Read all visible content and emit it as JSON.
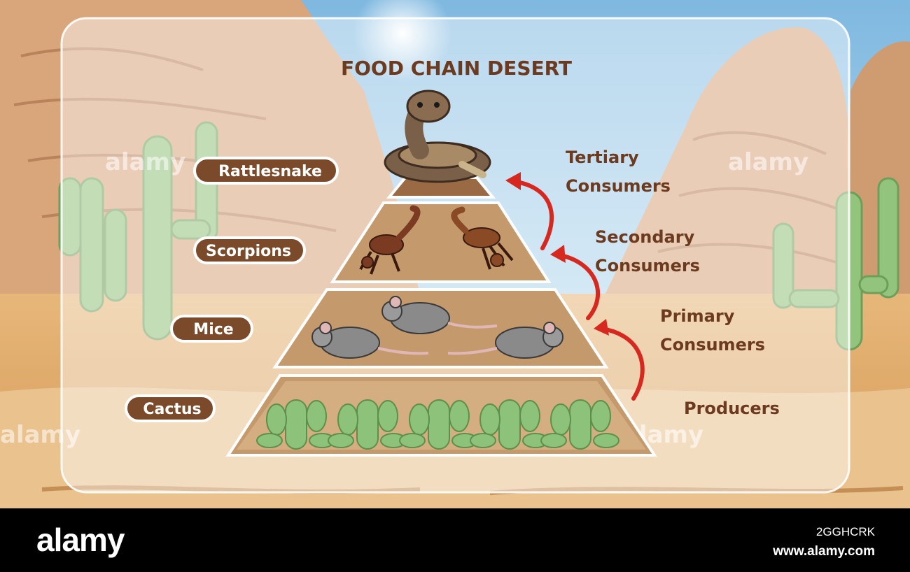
{
  "title": "FOOD CHAIN DESERT",
  "organisms": [
    {
      "label": "Rattlesnake"
    },
    {
      "label": "Scorpions"
    },
    {
      "label": "Mice"
    },
    {
      "label": "Cactus"
    }
  ],
  "levels": [
    {
      "line1": "Tertiary",
      "line2": "Consumers"
    },
    {
      "line1": "Secondary",
      "line2": "Consumers"
    },
    {
      "line1": "Primary",
      "line2": "Consumers"
    },
    {
      "line1": "Producers",
      "line2": ""
    }
  ],
  "watermark": "alamy",
  "footer": {
    "logo": "alamy",
    "image_id": "2GGHCRK",
    "url": "www.alamy.com"
  },
  "colors": {
    "sky": "#a9d3ec",
    "sand": "#e9c28e",
    "rock": "#d9a57a",
    "pyramid_fill": "#c49a6c",
    "pyramid_band": "#9a6a44",
    "label_brown": "#6b3a1f",
    "arrow_red": "#d7281f",
    "cactus_green": "#8cc279"
  }
}
